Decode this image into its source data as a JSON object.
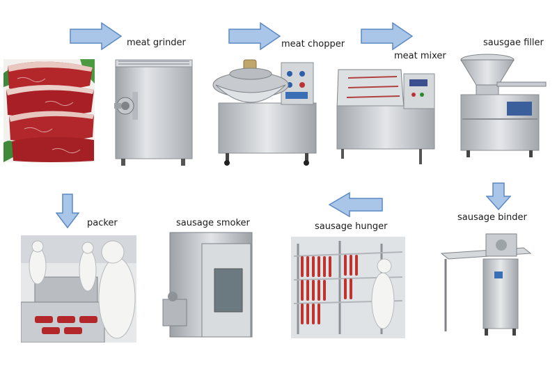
{
  "steps": {
    "grinder": {
      "label": "meat grinder"
    },
    "chopper": {
      "label": "meat chopper"
    },
    "mixer": {
      "label": "meat mixer"
    },
    "filler": {
      "label": "sausgae filler"
    },
    "binder": {
      "label": "sausage binder"
    },
    "hunger": {
      "label": "sausage hunger"
    },
    "smoker": {
      "label": "sausage smoker"
    },
    "packer": {
      "label": "packer"
    }
  },
  "colors": {
    "arrow_fill": "#a9c6e8",
    "arrow_stroke": "#5b89c4",
    "steel": "#c9ccd0",
    "meat": "#b3262a"
  }
}
